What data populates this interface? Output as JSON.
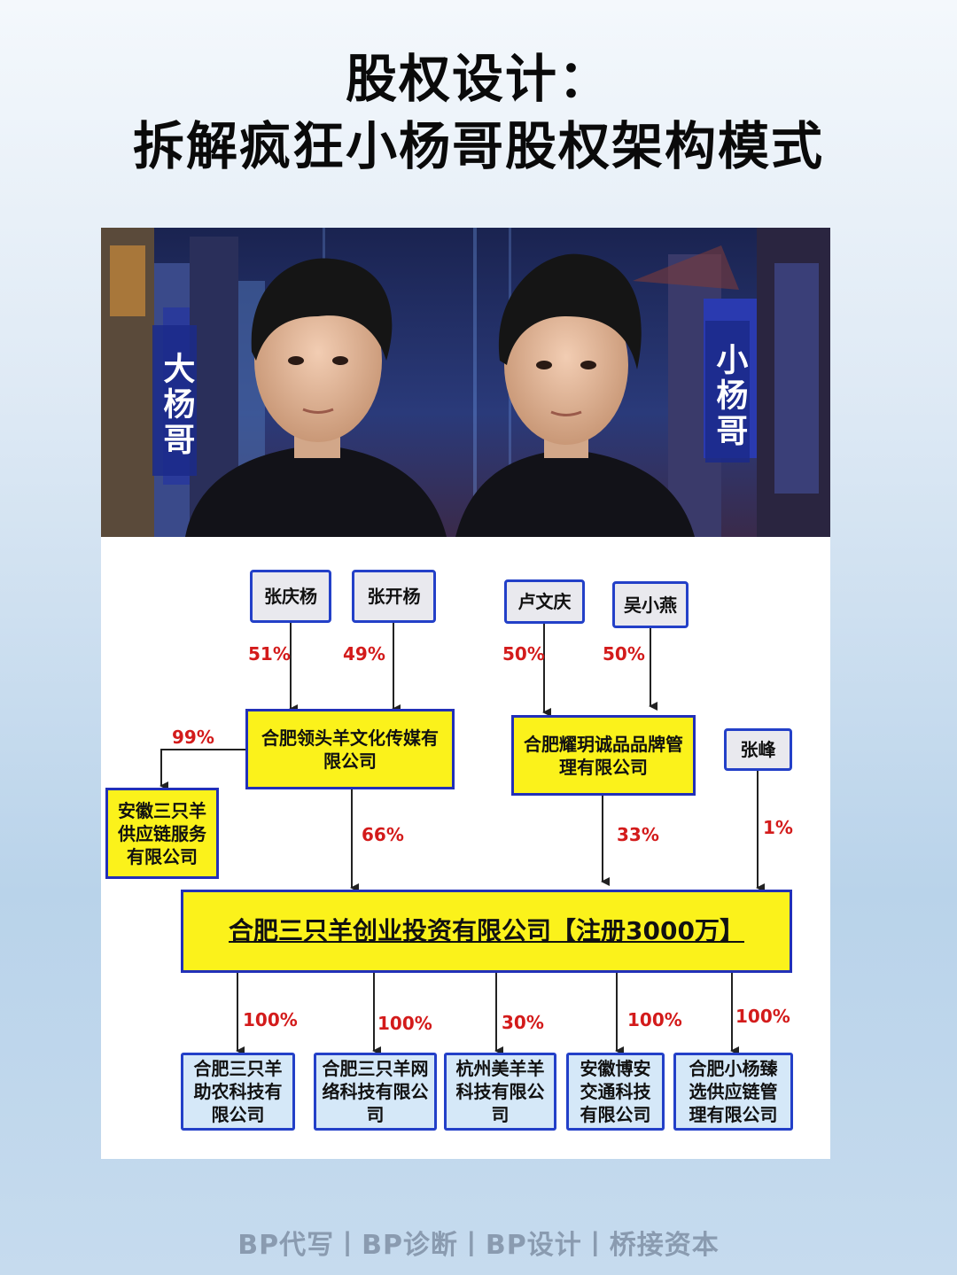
{
  "title": {
    "line1": "股权设计：",
    "line2": "拆解疯狂小杨哥股权架构模式"
  },
  "banner": {
    "left_label": "大杨哥",
    "right_label": "小杨哥"
  },
  "shareholders": [
    {
      "name": "张庆杨",
      "pct": "51%"
    },
    {
      "name": "张开杨",
      "pct": "49%"
    },
    {
      "name": "卢文庆",
      "pct": "50%"
    },
    {
      "name": "吴小燕",
      "pct": "50%"
    },
    {
      "name": "张峰",
      "pct": "1%"
    }
  ],
  "mid_companies": {
    "lingtouyang": {
      "name": "合肥领头羊文化传媒有限公司",
      "pct_to_main": "66%"
    },
    "yaoyue": {
      "name": "合肥耀玥诚品品牌管理有限公司",
      "pct_to_main": "33%"
    },
    "anhui_supply": {
      "name": "安徽三只羊供应链服务有限公司",
      "pct_from_lingtouyang": "99%"
    }
  },
  "main_company": {
    "name": "合肥三只羊创业投资有限公司【注册3000万】"
  },
  "subsidiaries": [
    {
      "name": "合肥三只羊助农科技有限公司",
      "pct": "100%"
    },
    {
      "name": "合肥三只羊网络科技有限公司",
      "pct": "100%"
    },
    {
      "name": "杭州美羊羊科技有限公司",
      "pct": "30%"
    },
    {
      "name": "安徽博安交通科技有限公司",
      "pct": "100%"
    },
    {
      "name": "合肥小杨臻选供应链管理有限公司",
      "pct": "100%"
    }
  ],
  "footer": "BP代写丨BP诊断丨BP设计丨桥接资本",
  "colors": {
    "box_yellow": "#fbf21b",
    "box_blue": "#d5e8f8",
    "border": "#2340c8",
    "pct_red": "#d31b1b"
  }
}
